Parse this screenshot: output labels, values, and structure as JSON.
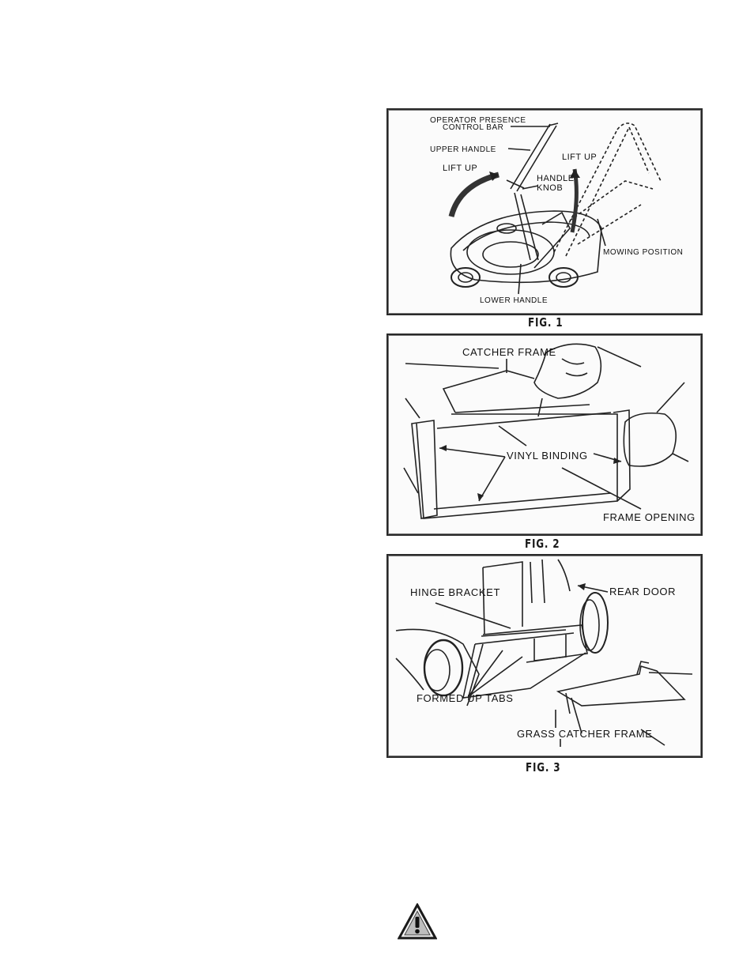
{
  "fig1": {
    "caption": "FIG. 1",
    "labels": {
      "operator_presence": "OPERATOR PRESENCE",
      "control_bar": "CONTROL BAR",
      "upper_handle": "UPPER HANDLE",
      "lift_up_left": "LIFT UP",
      "lift_up_right": "LIFT UP",
      "handle": "HANDLE",
      "knob": "KNOB",
      "mowing_position": "MOWING POSITION",
      "lower_handle": "LOWER HANDLE"
    }
  },
  "fig2": {
    "caption": "FIG. 2",
    "labels": {
      "catcher_frame": "CATCHER FRAME",
      "vinyl_binding": "VINYL BINDING",
      "frame_opening": "FRAME OPENING"
    }
  },
  "fig3": {
    "caption": "FIG. 3",
    "labels": {
      "hinge_bracket": "HINGE BRACKET",
      "rear_door": "REAR DOOR",
      "formed_up_tabs": "FORMED UP TABS",
      "grass_catcher_frame": "GRASS CATCHER FRAME"
    }
  },
  "warning_icon": "warning-triangle-icon"
}
